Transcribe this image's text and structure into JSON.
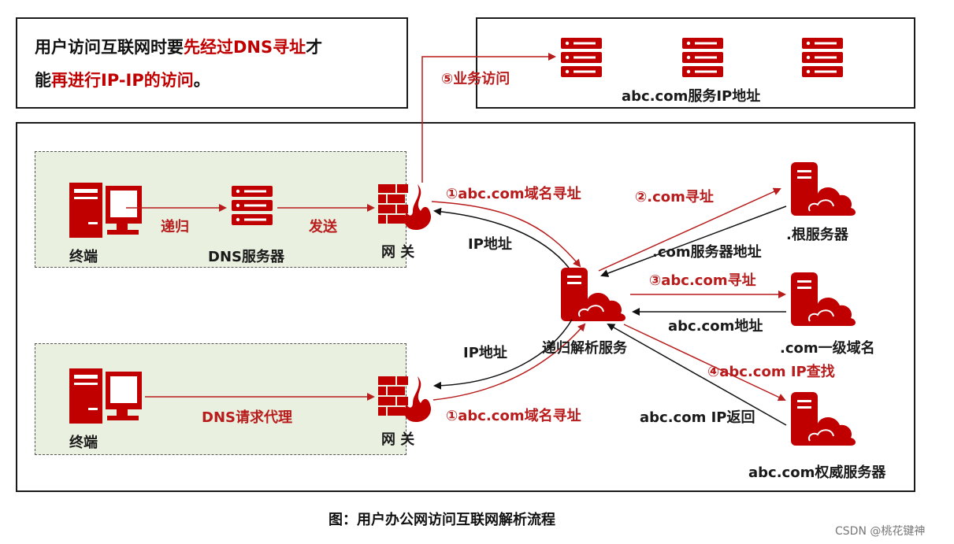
{
  "intro": {
    "part1": "用户访问互联网时要",
    "part2": "先经过DNS寻址",
    "part3": "才",
    "part4": "能",
    "part5": "再进行IP-IP的访问",
    "part6": "。"
  },
  "servers_box": {
    "label": "abc.com服务IP地址"
  },
  "steps": {
    "step5": "⑤业务访问",
    "step1_top": "①abc.com域名寻址",
    "step1_bottom": "①abc.com域名寻址",
    "step2": "②.com寻址",
    "step3": "③abc.com寻址",
    "step4": "④abc.com IP查找"
  },
  "returns": {
    "root_addr": ".com服务器地址",
    "com_addr": "abc.com地址",
    "ip_return": "abc.com IP返回",
    "ip_top": "IP地址",
    "ip_bottom": "IP地址"
  },
  "top_zone": {
    "terminal": "终端",
    "dns_server": "DNS服务器",
    "gateway": "网 关",
    "edge1": "递归",
    "edge2": "发送"
  },
  "bottom_zone": {
    "terminal": "终端",
    "gateway": "网 关",
    "edge": "DNS请求代理"
  },
  "right_nodes": {
    "recursive": "递归解析服务",
    "root": ".根服务器",
    "tld": ".com一级域名",
    "auth": "abc.com权威服务器"
  },
  "caption": "图：用户办公网访问互联网解析流程",
  "watermark": "CSDN @桃花键神",
  "colors": {
    "accent": "#c00000",
    "arrow_red": "#b81c1c",
    "zone_fill": "#e9f0df"
  }
}
